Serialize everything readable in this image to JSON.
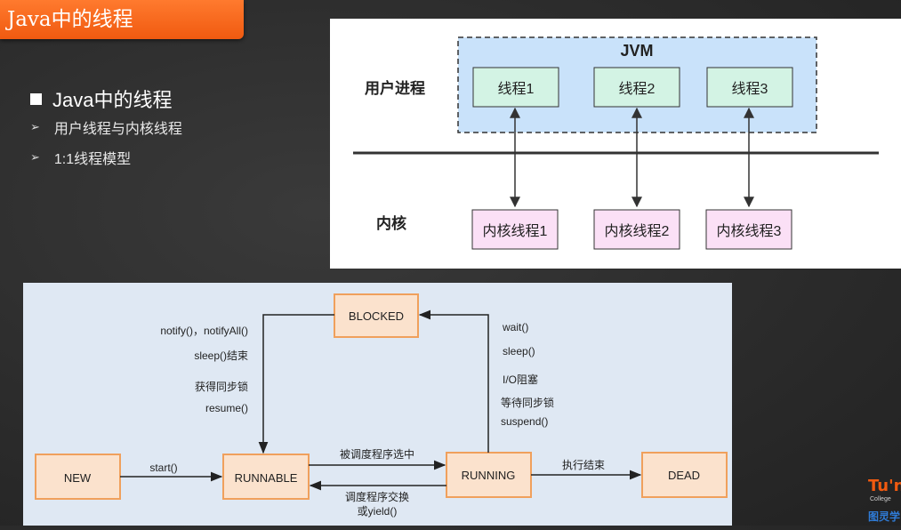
{
  "header": {
    "title": "Java中的线程"
  },
  "bullets": {
    "main": "Java中的线程",
    "items": [
      "用户线程与内核线程",
      "1:1线程模型"
    ]
  },
  "thread_model": {
    "jvm_label": "JVM",
    "user_process_label": "用户进程",
    "kernel_label": "内核",
    "user_threads": [
      "线程1",
      "线程2",
      "线程3"
    ],
    "kernel_threads": [
      "内核线程1",
      "内核线程2",
      "内核线程3"
    ]
  },
  "state_diagram": {
    "states": {
      "new": "NEW",
      "runnable": "RUNNABLE",
      "running": "RUNNING",
      "blocked": "BLOCKED",
      "dead": "DEAD"
    },
    "edge_labels": {
      "start": "start()",
      "scheduled": "被调度程序选中",
      "swap_line1": "调度程序交换",
      "swap_line2": "或yield()",
      "finish": "执行结束",
      "unblock": [
        "notify()，notifyAll()",
        "sleep()结束",
        "获得同步锁",
        "resume()"
      ],
      "block": [
        "wait()",
        "sleep()",
        "I/O阻塞",
        "等待同步锁",
        "suspend()"
      ]
    }
  },
  "logo": {
    "main": "Tu'n",
    "sub": "College",
    "cn": "图灵学"
  }
}
